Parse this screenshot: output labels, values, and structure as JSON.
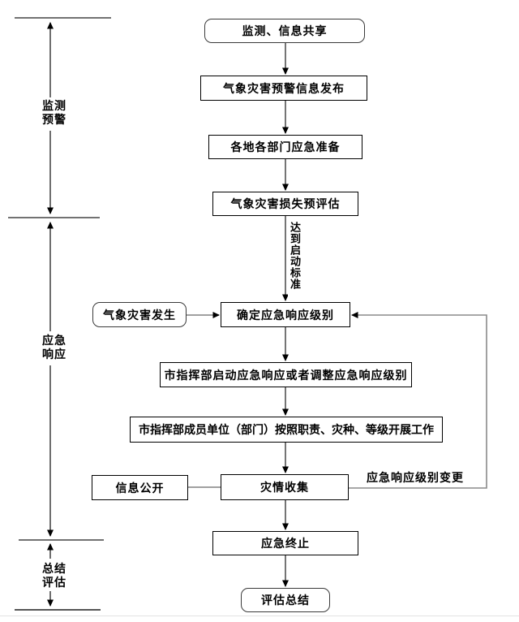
{
  "phases": [
    {
      "line1": "监测",
      "line2": "预警"
    },
    {
      "line1": "应急",
      "line2": "响应"
    },
    {
      "line1": "总结",
      "line2": "评估"
    }
  ],
  "nodes": {
    "monitor_share": "监测、信息共享",
    "warning_release": "气象灾害预警信息发布",
    "emergency_prep": "各地各部门应急准备",
    "loss_pre_assess": "气象灾害损失预评估",
    "disaster_occur": "气象灾害发生",
    "determine_level": "确定应急响应级别",
    "start_or_adjust": "市指挥部启动应急响应或者调整应急响应级别",
    "members_work": "市指挥部成员单位（部门）按照职责、灾种、等级开展工作",
    "info_public": "信息公开",
    "disaster_collect": "灾情收集",
    "emergency_end": "应急终止",
    "evaluate_summary": "评估总结"
  },
  "edge_labels": {
    "reach_start_standard": "达到启动标准",
    "level_change": "应急响应级别变更"
  },
  "colors": {
    "background": "#ffffff",
    "box_border": "#000000",
    "main_arrow": "#2b2b2b",
    "grey_connector": "#808080",
    "rail_line": "#1f1f1f"
  }
}
